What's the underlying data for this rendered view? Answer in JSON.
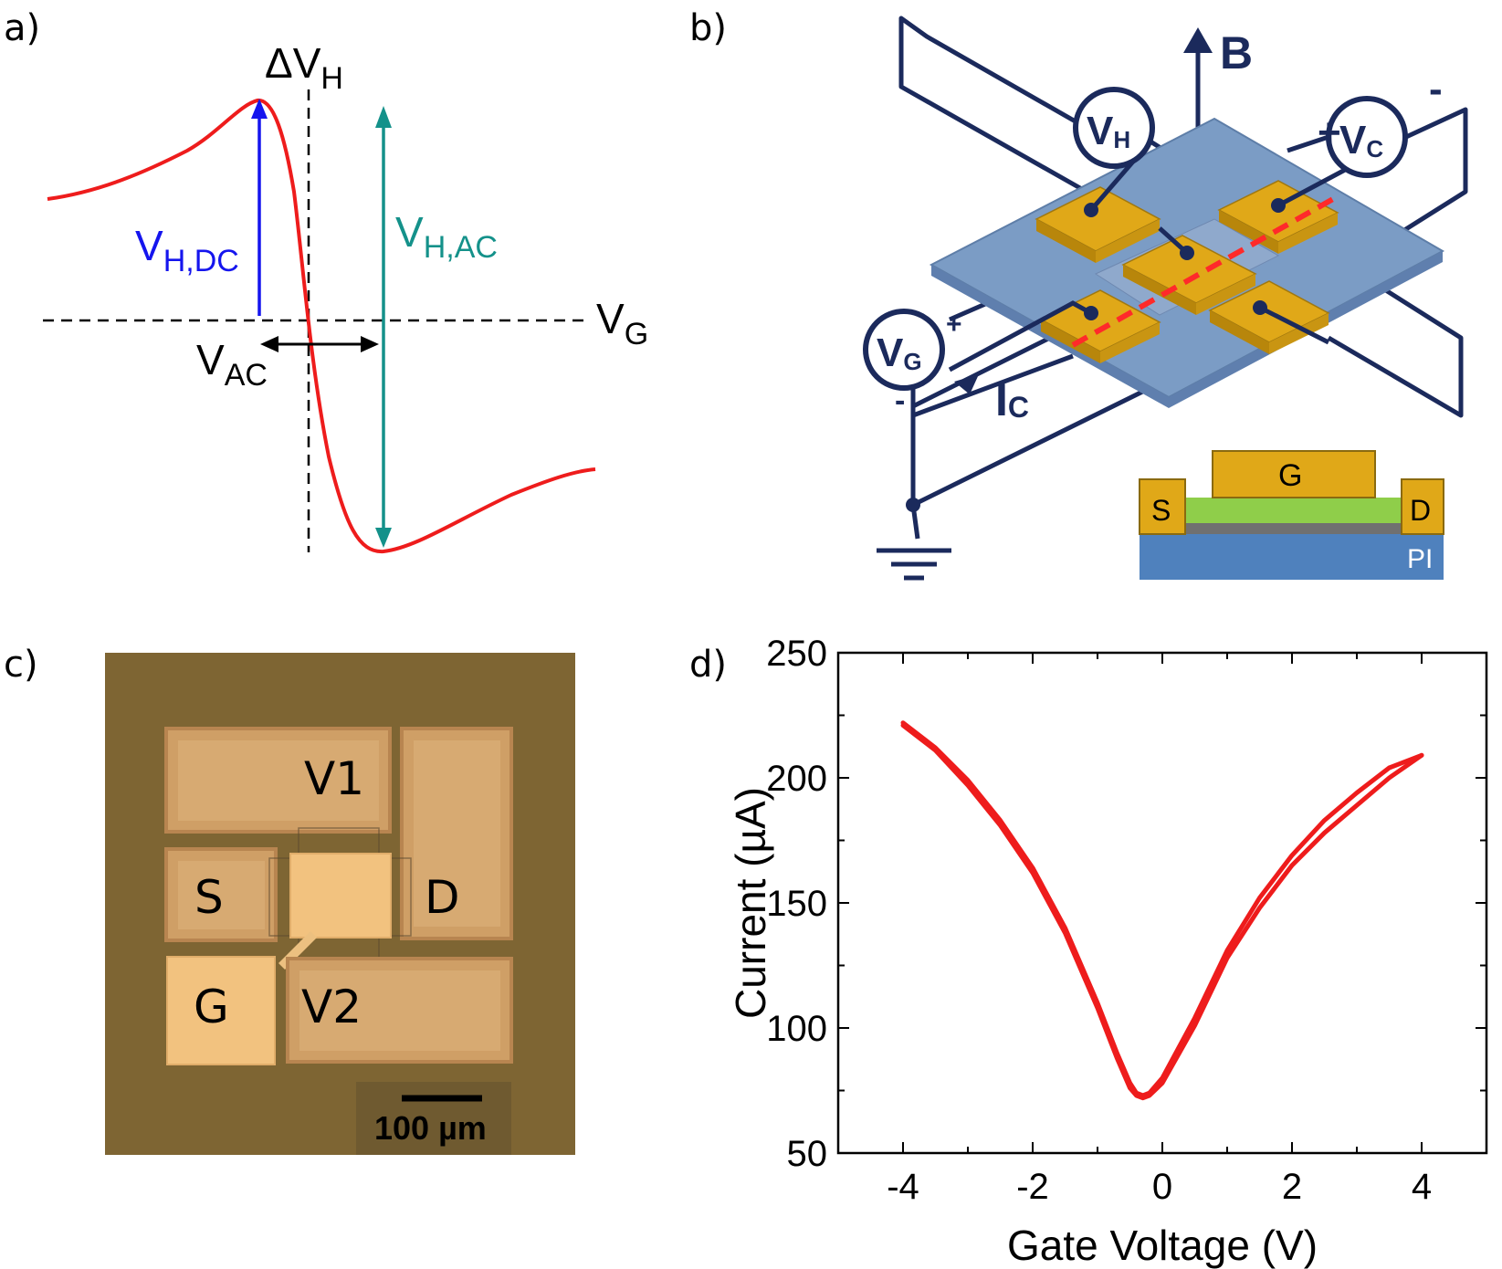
{
  "panels": {
    "a": {
      "label": "a)",
      "delta_vh": "ΔV",
      "delta_vh_sub": "H",
      "vh_dc": "V",
      "vh_dc_sub": "H,DC",
      "vh_ac": "V",
      "vh_ac_sub": "H,AC",
      "vg": "V",
      "vg_sub": "G",
      "vac": "V",
      "vac_sub": "AC",
      "colors": {
        "curve": "#ee1c1c",
        "dc": "#1515ee",
        "ac": "#14918a"
      }
    },
    "b": {
      "label": "b)",
      "b_field": "B",
      "vh": "V",
      "vh_sub": "H",
      "vc": "V",
      "vc_sub": "C",
      "vg": "V",
      "vg_sub": "G",
      "ic": "I",
      "ic_sub": "C",
      "plus": "+",
      "minus": "-",
      "cross_section": {
        "gate": "G",
        "source": "S",
        "drain": "D",
        "substrate": "PI"
      },
      "colors": {
        "wire": "#1b2a5c",
        "gold": "#e0a818",
        "substrate": "#7b9cc5",
        "green": "#8fce4a",
        "pi": "#4f81bd"
      }
    },
    "c": {
      "label": "c)",
      "pads": {
        "v1": "V1",
        "s": "S",
        "d": "D",
        "g": "G",
        "v2": "V2"
      },
      "scale_bar": "100 µm"
    },
    "d": {
      "label": "d)",
      "chart_data": {
        "type": "line",
        "title": "",
        "xlabel": "Gate Voltage (V)",
        "ylabel": "Current (µA)",
        "xlim": [
          -5,
          5
        ],
        "ylim": [
          50,
          250
        ],
        "xticks": [
          -4,
          -2,
          0,
          2,
          4
        ],
        "yticks": [
          50,
          100,
          150,
          200,
          250
        ],
        "grid": false,
        "series": [
          {
            "color": "#ee1c1c",
            "x": [
              -4.0,
              -3.5,
              -3.0,
              -2.5,
              -2.0,
              -1.5,
              -1.0,
              -0.7,
              -0.5,
              -0.4,
              -0.3,
              -0.2,
              0.0,
              0.5,
              1.0,
              1.5,
              2.0,
              2.5,
              3.0,
              3.5,
              4.0
            ],
            "y": [
              222,
              212,
              199,
              183,
              164,
              140,
              110,
              90,
              78,
              74,
              73,
              74,
              80,
              104,
              131,
              152,
              169,
              183,
              194,
              204,
              209
            ]
          },
          {
            "color": "#ee1c1c",
            "x": [
              4.0,
              3.5,
              3.0,
              2.5,
              2.0,
              1.5,
              1.0,
              0.5,
              0.0,
              -0.2,
              -0.3,
              -0.4,
              -0.5,
              -0.7,
              -1.0,
              -1.5,
              -2.0,
              -2.5,
              -3.0,
              -3.5,
              -4.0
            ],
            "y": [
              209,
              200,
              189,
              178,
              165,
              148,
              128,
              101,
              78,
              73,
              72,
              73,
              76,
              88,
              108,
              138,
              162,
              181,
              197,
              211,
              221
            ]
          }
        ]
      }
    }
  }
}
